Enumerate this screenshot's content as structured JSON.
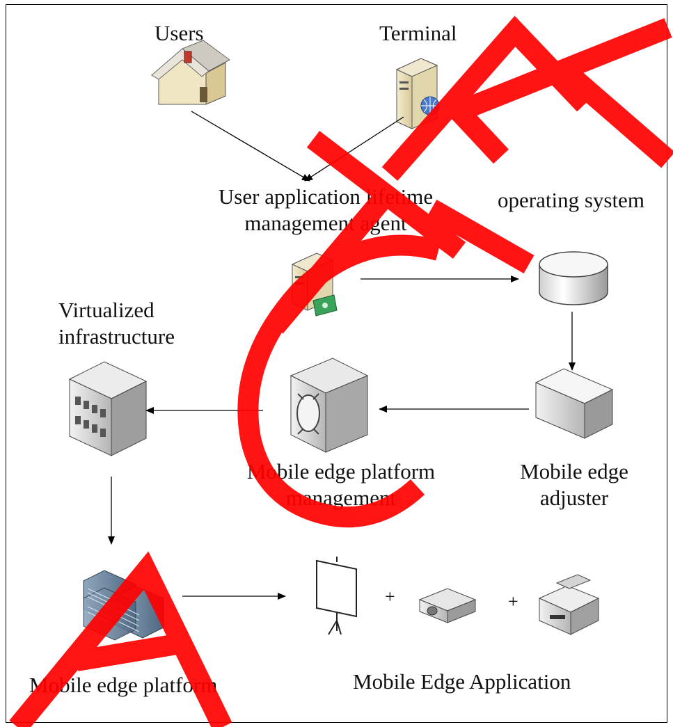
{
  "labels": {
    "users": "Users",
    "terminal": "Terminal",
    "agent_line1": "User application lifetime",
    "agent_line2": "management agent",
    "os": "operating system",
    "virt_line1": "Virtualized",
    "virt_line2": "infrastructure",
    "mep_mgmt_line1": "Mobile edge platform",
    "mep_mgmt_line2": "management",
    "adjuster_line1": "Mobile edge",
    "adjuster_line2": "adjuster",
    "platform": "Mobile edge platform",
    "application": "Mobile Edge Application",
    "plus1": "+",
    "plus2": "+"
  },
  "watermark": {
    "text": "RETRACTED",
    "color": "#ff0000"
  },
  "icons": {
    "users": "house-icon",
    "terminal": "web-server-icon",
    "agent": "payment-server-icon",
    "os": "database-cylinder-icon",
    "adjuster": "box-icon",
    "mep_mgmt": "router-icon",
    "virt": "building-icon",
    "platform": "server-rack-icon",
    "screen": "projection-screen-icon",
    "projector": "projector-icon",
    "fax": "fax-machine-icon"
  }
}
